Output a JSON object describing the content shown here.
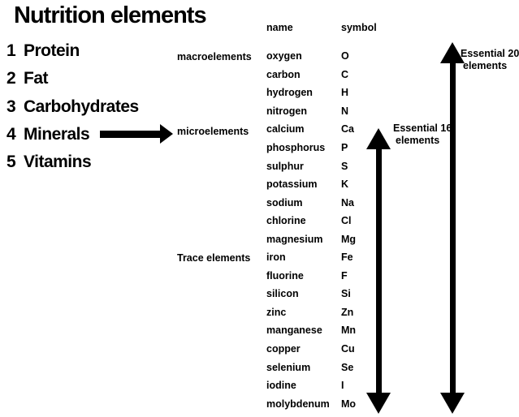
{
  "title": "Nutrition elements",
  "nutrition_list": {
    "items": [
      {
        "number": "1",
        "label": "Protein"
      },
      {
        "number": "2",
        "label": "Fat"
      },
      {
        "number": "3",
        "label": "Carbohydrates"
      },
      {
        "number": "4",
        "label": "Minerals"
      },
      {
        "number": "5",
        "label": "Vitamins"
      }
    ]
  },
  "categories": {
    "macro": "macroelements",
    "micro": "microelements",
    "trace": "Trace elements"
  },
  "table": {
    "headers": {
      "name": "name",
      "symbol": "symbol"
    },
    "rows": [
      {
        "name": "oxygen",
        "symbol": "O"
      },
      {
        "name": "carbon",
        "symbol": "C"
      },
      {
        "name": "hydrogen",
        "symbol": "H"
      },
      {
        "name": "nitrogen",
        "symbol": "N"
      },
      {
        "name": "calcium",
        "symbol": "Ca"
      },
      {
        "name": "phosphorus",
        "symbol": "P"
      },
      {
        "name": "sulphur",
        "symbol": "S"
      },
      {
        "name": "potassium",
        "symbol": "K"
      },
      {
        "name": "sodium",
        "symbol": "Na"
      },
      {
        "name": "chlorine",
        "symbol": "Cl"
      },
      {
        "name": "magnesium",
        "symbol": "Mg"
      },
      {
        "name": "iron",
        "symbol": "Fe"
      },
      {
        "name": "fluorine",
        "symbol": "F"
      },
      {
        "name": "silicon",
        "symbol": "Si"
      },
      {
        "name": "zinc",
        "symbol": "Zn"
      },
      {
        "name": "manganese",
        "symbol": "Mn"
      },
      {
        "name": "copper",
        "symbol": "Cu"
      },
      {
        "name": "selenium",
        "symbol": "Se"
      },
      {
        "name": "iodine",
        "symbol": "I"
      },
      {
        "name": "molybdenum",
        "symbol": "Mo"
      }
    ]
  },
  "annotations": {
    "essential16": {
      "line1": "Essential 16",
      "line2": "elements"
    },
    "essential20": {
      "line1": "Essential 20",
      "line2": "elements"
    }
  },
  "colors": {
    "foreground": "#000000",
    "background": "#ffffff"
  }
}
